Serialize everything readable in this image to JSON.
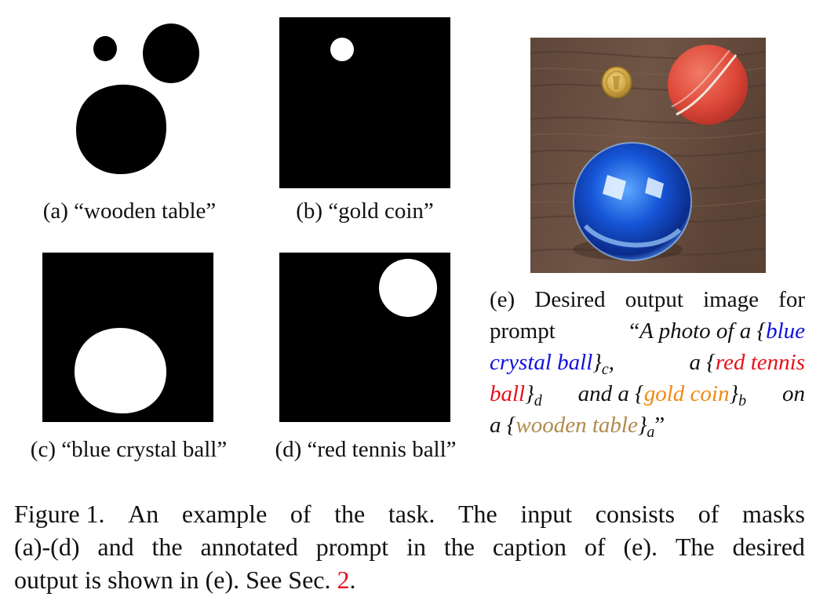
{
  "colors": {
    "blue_crystal_ball": "#1010e0",
    "red_tennis_ball": "#e8101a",
    "gold_coin": "#ef8a10",
    "wooden_table": "#b08a4c",
    "reference_link": "#e8101a"
  },
  "subfigures": {
    "a": {
      "label": "(a)",
      "quote": "“wooden table”"
    },
    "b": {
      "label": "(b)",
      "quote": "“gold coin”"
    },
    "c": {
      "label": "(c)",
      "quote": "“blue crystal ball”"
    },
    "d": {
      "label": "(d)",
      "quote": "“red tennis ball”"
    }
  },
  "caption_e": {
    "line1": {
      "a": "(e)",
      "b": "Desired",
      "c": "output",
      "d": "image",
      "e": "for"
    },
    "line2": {
      "a": "prompt",
      "b": "“",
      "c": "A photo of a {",
      "d": "blue"
    },
    "line3": {
      "a": "crystal ball",
      "b": "}",
      "c": "c",
      "d": ",",
      "e": "a {",
      "f": "red tennis"
    },
    "line4": {
      "a": "ball",
      "b": "}",
      "c": "d",
      "d": "and a {",
      "e": "gold coin",
      "f": "}",
      "g": "b",
      "h": "on"
    },
    "line5": {
      "a": "a {",
      "b": "wooden table",
      "c": "}",
      "d": "a",
      "e": "”"
    }
  },
  "figure_caption": {
    "line1": [
      "Figure 1.",
      "An",
      "example",
      "of",
      "the",
      "task.",
      "The",
      "input",
      "consists",
      "of",
      "masks"
    ],
    "line2": [
      "(a)-(d)",
      "and",
      "the",
      "annotated",
      "prompt",
      "in",
      "the",
      "caption",
      "of",
      "(e).",
      "The",
      "desired"
    ],
    "line3_text": "output is shown in (e). See Sec. ",
    "line3_ref": "2",
    "line3_end": "."
  }
}
